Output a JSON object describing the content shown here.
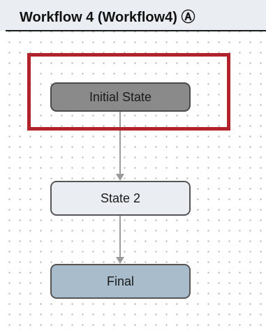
{
  "header": {
    "title": "Workflow 4 (Workflow4) Ⓐ"
  },
  "diagram": {
    "states": {
      "initial": "Initial State",
      "state2": "State 2",
      "final": "Final"
    },
    "colors": {
      "selection": "#b2222a",
      "initial_fill": "#8a8a8a",
      "state2_fill": "#eaeef2",
      "final_fill": "#a8bccb",
      "connector": "#9a9a9a"
    }
  }
}
